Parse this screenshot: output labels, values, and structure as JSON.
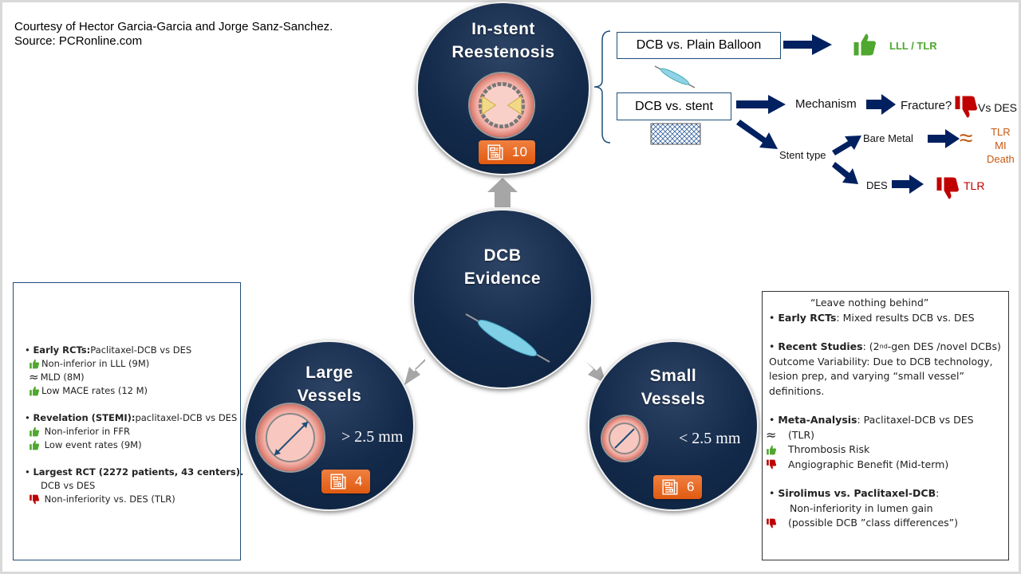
{
  "credit": {
    "line1": "Courtesy of Hector Garcia-Garcia and Jorge Sanz-Sanchez.",
    "line2": "Source: PCRonline.com"
  },
  "colors": {
    "navy": "#002060",
    "green": "#4ea72e",
    "red": "#c00000",
    "orange": "#c55a11",
    "badge": "#e8681f",
    "arrow_gray": "#a6a6a6"
  },
  "circles": {
    "isr": {
      "title1": "In-stent",
      "title2": "Reestenosis",
      "count": "10"
    },
    "center": {
      "title1": "DCB",
      "title2": "Evidence"
    },
    "large": {
      "title1": "Large",
      "title2": "Vessels",
      "size": "> 2.5 mm",
      "count": "4"
    },
    "small": {
      "title1": "Small",
      "title2": "Vessels",
      "size": "<  2.5 mm",
      "count": "6"
    }
  },
  "isr_tree": {
    "plain": "DCB vs. Plain Balloon",
    "plain_result": "LLL / TLR",
    "stent": "DCB vs. stent",
    "mechanism": "Mechanism",
    "fracture": "Fracture?",
    "vs_des": "Vs DES",
    "stent_type": "Stent type",
    "bare_metal": "Bare Metal",
    "bm_r1": "TLR",
    "bm_r2": "MI",
    "bm_r3": "Death",
    "des": "DES",
    "des_result": "TLR"
  },
  "left_box": {
    "s1_bold": "Early RCTs:",
    "s1_rest": " Paclitaxel-DCB vs DES",
    "s1_a": "Non-inferior  in LLL (9M)",
    "s1_b": "MLD (8M)",
    "s1_c": "Low MACE rates (12 M)",
    "s2_bold": "Revelation (STEMI):",
    "s2_rest": " paclitaxel-DCB vs DES",
    "s2_a": "Non-inferior in FFR",
    "s2_b": "Low event rates (9M)",
    "s3_bold": "Largest RCT (2272 patients, 43 centers).",
    "s3_sub": "DCB vs DES",
    "s3_a": "Non-inferiority vs. DES (TLR)"
  },
  "right_box": {
    "quote": "“Leave nothing behind”",
    "s1_bold": "Early RCTs",
    "s1_rest": ": Mixed results DCB vs. DES",
    "s2_bold": "Recent Studies",
    "s2_rest_a": ": (2",
    "s2_sup": "nd",
    "s2_rest_b": "-gen DES /novel DCBs)",
    "s2_l1": "Outcome Variability: Due to DCB technology,",
    "s2_l2": "lesion prep, and varying “small vessel”",
    "s2_l3": "definitions.",
    "s3_bold": "Meta-Analysis",
    "s3_rest": ": Paclitaxel-DCB vs DES",
    "s3_a": "(TLR)",
    "s3_b": "Thrombosis Risk",
    "s3_c": "Angiographic Benefit (Mid-term)",
    "s4_bold": "Sirolimus vs. Paclitaxel-DCB",
    "s4_rest": ":",
    "s4_a": "Non-inferiority in lumen gain",
    "s4_b": "(possible DCB ”class differences”)"
  },
  "approx": "≈"
}
